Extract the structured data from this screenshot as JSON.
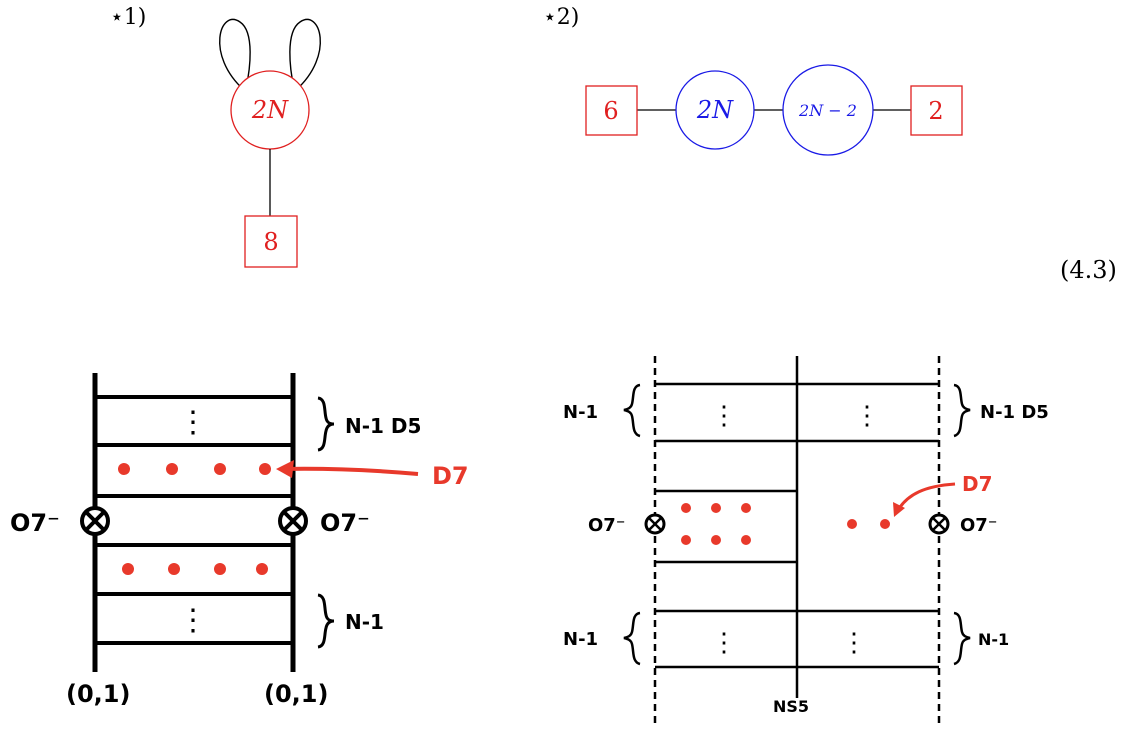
{
  "colors": {
    "quiver_red": "#e02020",
    "quiver_blue": "#1a1ae6",
    "drawing_red": "#e8392b",
    "ink": "#000000"
  },
  "equation_number": "(4.3)",
  "quiver1": {
    "label": "⋆1)",
    "gauge_node": "2N",
    "flavor_node": "8",
    "adjoint_loops": 2
  },
  "quiver2": {
    "label": "⋆2)",
    "nodes": [
      {
        "kind": "flavor",
        "label": "6",
        "color": "red"
      },
      {
        "kind": "gauge",
        "label": "2N",
        "color": "blue"
      },
      {
        "kind": "gauge",
        "label": "2N − 2",
        "color": "blue"
      },
      {
        "kind": "flavor",
        "label": "2",
        "color": "red"
      }
    ]
  },
  "brane1": {
    "top_brace_label": "N-1 D5",
    "bottom_brace_label": "N-1",
    "d7_label": "D7",
    "o7_left": "O7⁻",
    "o7_right": "O7⁻",
    "bottom_left_label": "(0,1)",
    "bottom_right_label": "(0,1)",
    "ellipsis": "⋮"
  },
  "brane2": {
    "top_left_brace_label": "N-1",
    "top_right_brace_label": "N-1 D5",
    "bottom_left_brace_label": "N-1",
    "bottom_right_brace_label": "N-1",
    "d7_label": "D7",
    "o7_left": "O7⁻",
    "o7_right": "O7⁻",
    "ns5_label": "NS5",
    "ellipsis": "⋮"
  }
}
